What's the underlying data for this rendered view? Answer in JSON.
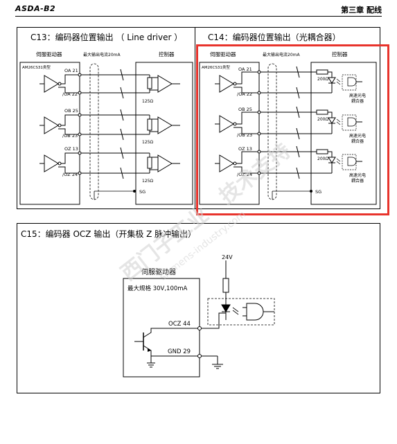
{
  "header": {
    "brand": "ASDA-B2",
    "chapter": "第三章 配线"
  },
  "c13": {
    "title": "C13：编码器位置输出 （ Line driver ）",
    "servo_label": "伺服驱动器",
    "max_current": "最大输出电流20mA",
    "controller_label": "控制器",
    "model": "AM26CS31类型",
    "pins": [
      "OA 21",
      "/OA 22",
      "OB 25",
      "/OB 23",
      "OZ 13",
      "/OZ 24"
    ],
    "resistor": "125Ω",
    "sg": "SG"
  },
  "c14": {
    "title": "C14：编码器位置输出（光耦合器）",
    "servo_label": "伺服驱动器",
    "max_current": "最大输出电流20mA",
    "controller_label": "控制器",
    "model": "AM26CS31类型",
    "pins": [
      "OA 21",
      "/OA 22",
      "OB 25",
      "/OB 23",
      "OZ 13",
      "/OZ 24"
    ],
    "resistor": "200Ω",
    "opto_line1": "高速光电",
    "opto_line2": "耦合器",
    "sg": "SG"
  },
  "c15": {
    "title": "C15：编码器 OCZ 输出（开集极 Z 脉冲输出）",
    "servo_label": "伺服驱动器",
    "max_rating": "最大规格 30V,100mA",
    "voltage": "24V",
    "pin_ocz": "OCZ 44",
    "pin_gnd": "GND 29"
  },
  "watermark": {
    "line1": "西门子工业",
    "line2": "技术支持",
    "line3": "siemens-industry.com"
  }
}
